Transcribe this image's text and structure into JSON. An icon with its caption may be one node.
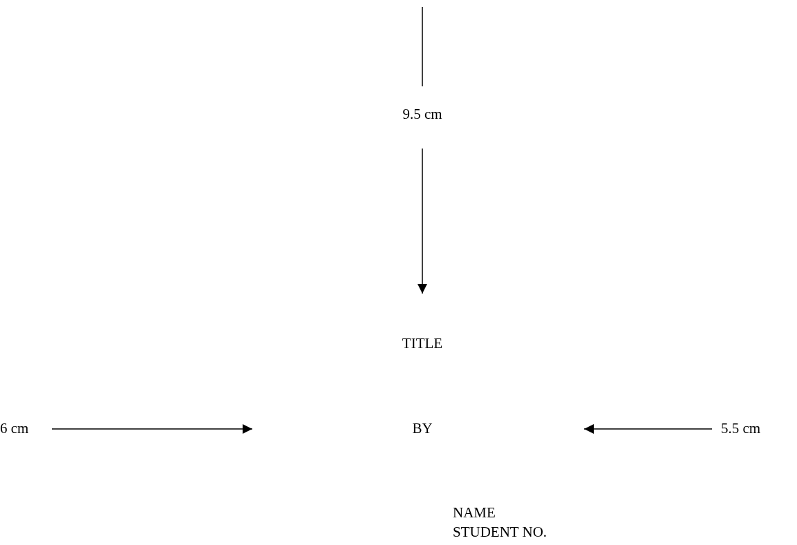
{
  "diagram": {
    "labels": [
      "9.5 cm",
      "TITLE",
      "6 cm",
      "BY",
      "5.5 cm",
      "NAME",
      "STUDENT NO."
    ]
  }
}
